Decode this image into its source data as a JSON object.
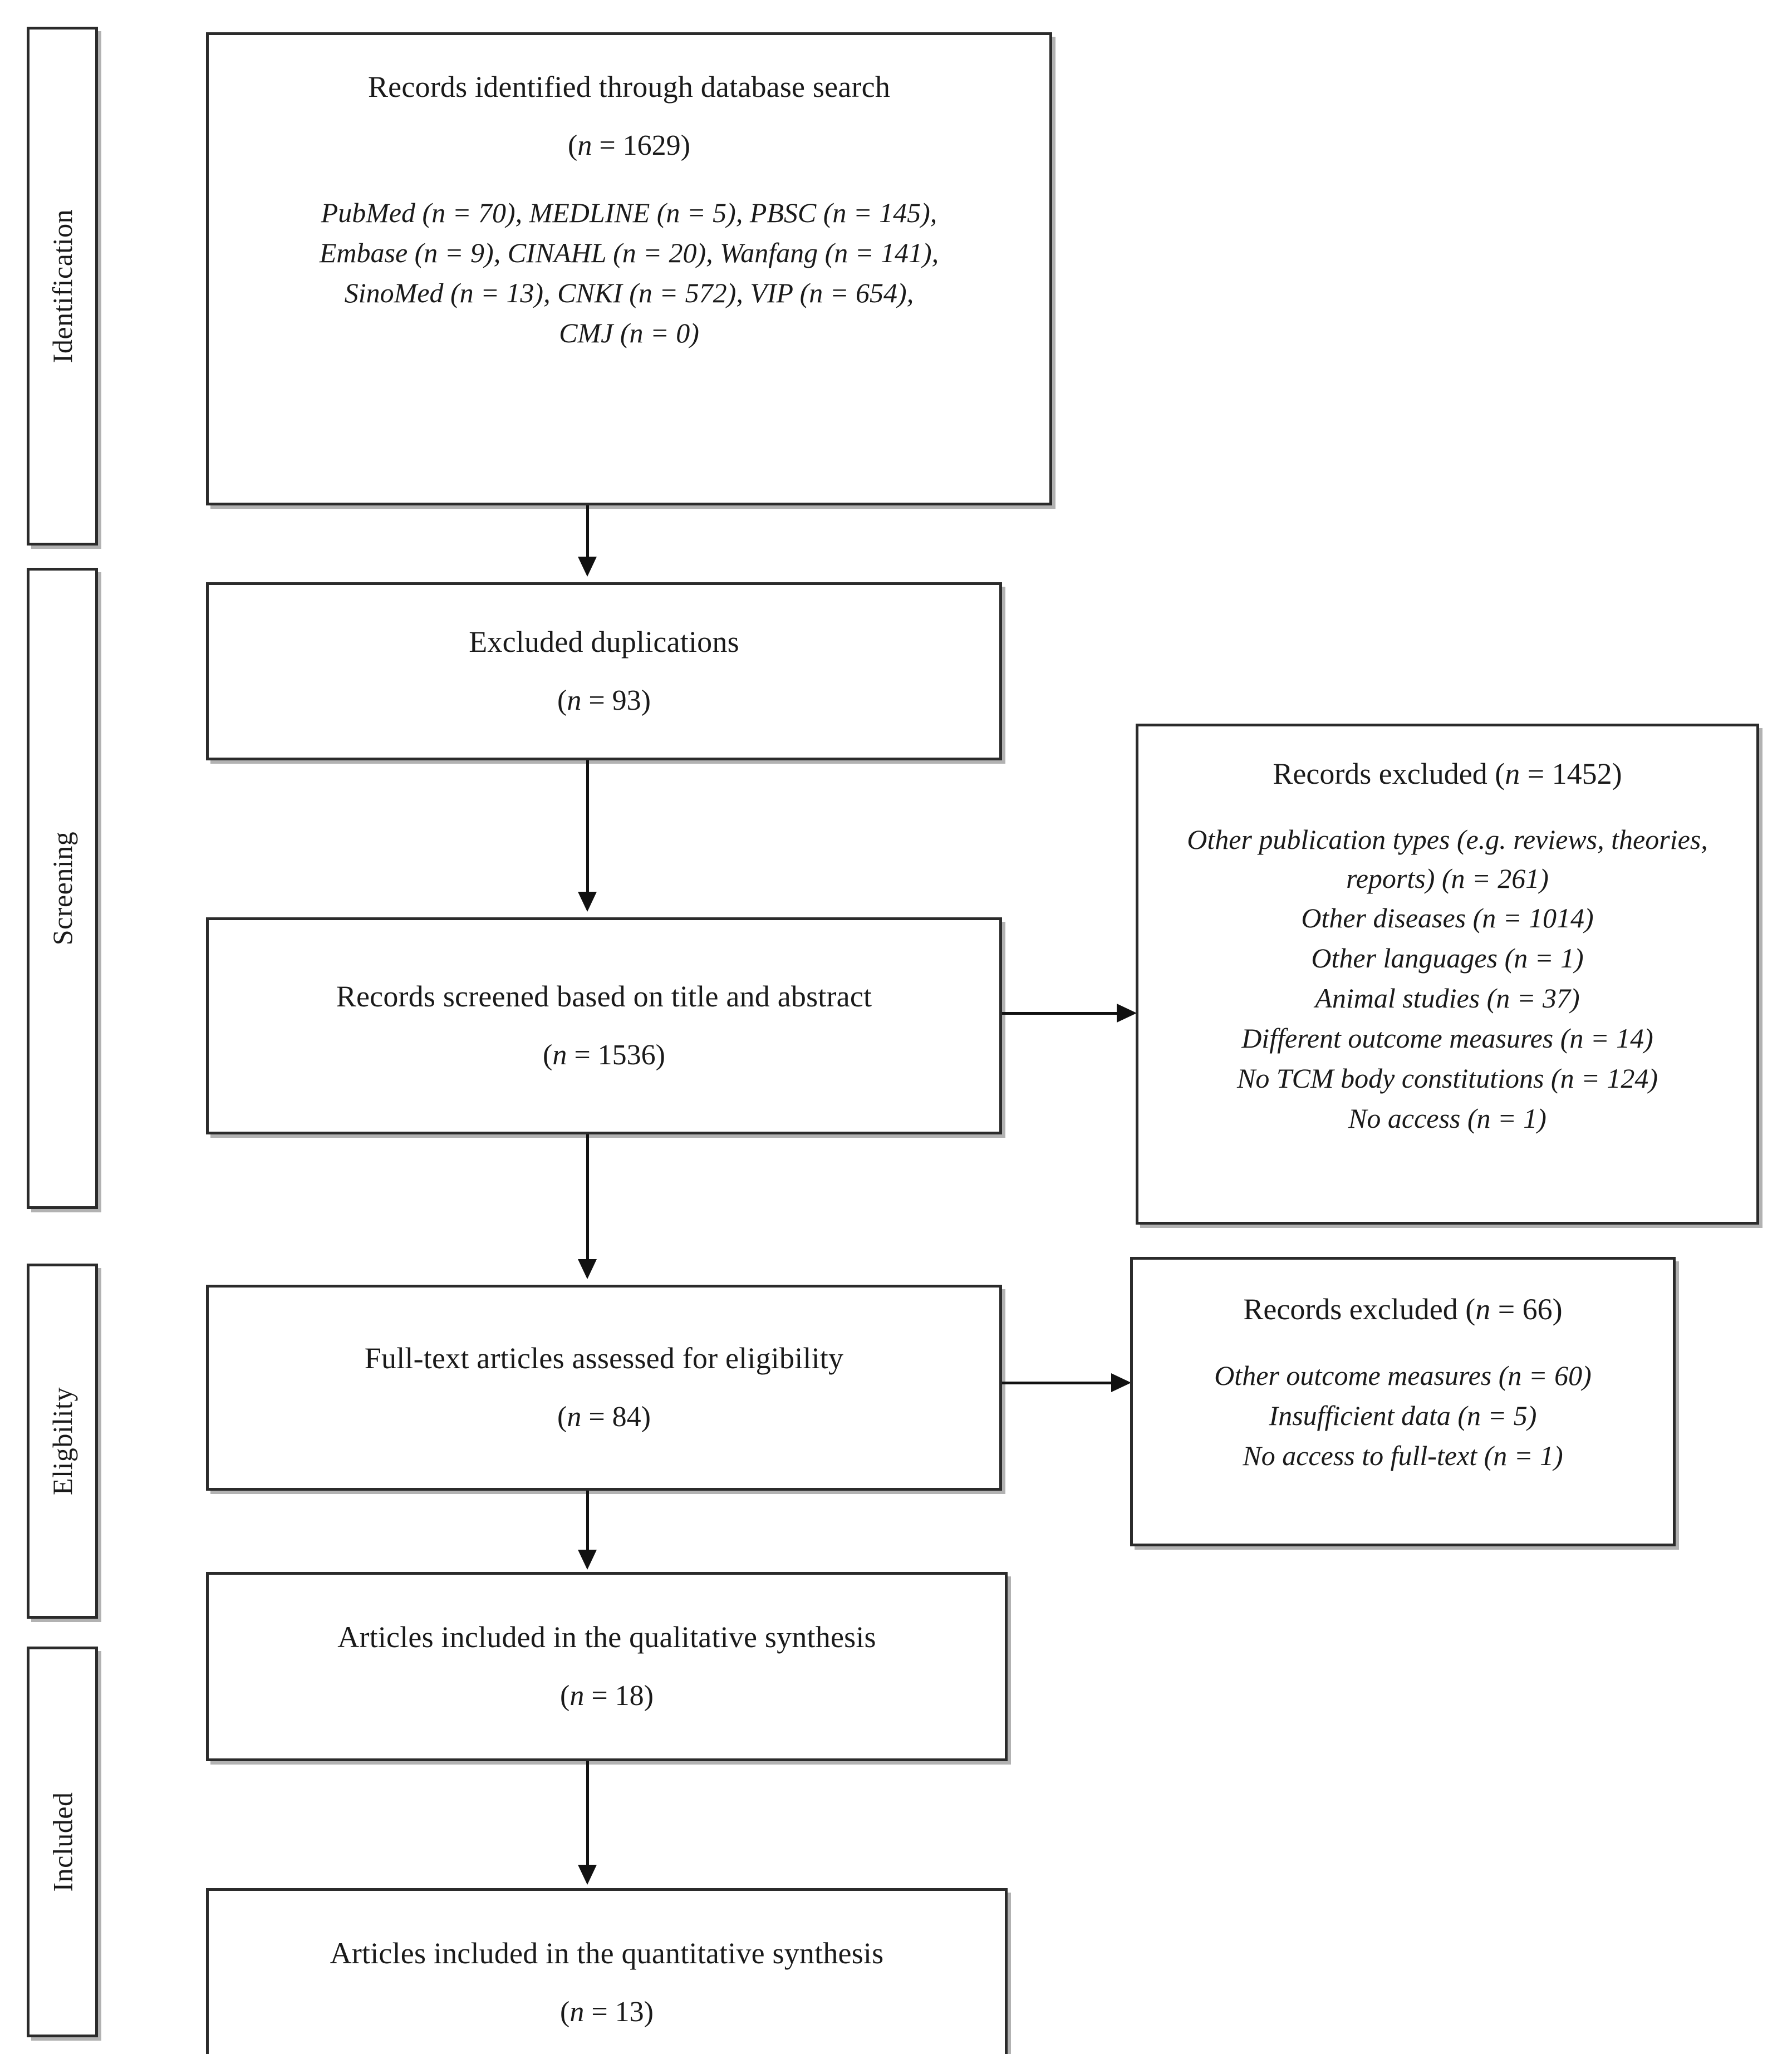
{
  "diagram": {
    "type": "prisma-flow-diagram",
    "stages": [
      {
        "id": "identification",
        "label": "Identification"
      },
      {
        "id": "screening",
        "label": "Screening"
      },
      {
        "id": "eligibility",
        "label": "Eligbility"
      },
      {
        "id": "included",
        "label": "Included"
      }
    ],
    "boxes": {
      "identified": {
        "title": "Records identified through database search",
        "count": "(n = 1629)",
        "sources": [
          "PubMed (n = 70), MEDLINE (n = 5), PBSC (n = 145),",
          "Embase (n = 9), CINAHL (n = 20), Wanfang (n = 141),",
          "SinoMed (n = 13), CNKI (n = 572), VIP (n = 654),",
          "CMJ (n = 0)"
        ]
      },
      "duplicates": {
        "title": "Excluded duplications",
        "count": "(n = 93)"
      },
      "screened": {
        "title": "Records screened based on title and abstract",
        "count": "(n = 1536)"
      },
      "fulltext": {
        "title": "Full-text articles assessed for eligibility",
        "count": "(n = 84)"
      },
      "qualitative": {
        "title": "Articles included in the qualitative synthesis",
        "count": "(n = 18)"
      },
      "quantitative": {
        "title": "Articles included in the quantitative synthesis",
        "count": "(n = 13)"
      },
      "excluded_screening": {
        "title": "Records excluded (n = 1452)",
        "reasons": [
          "Other publication types (e.g. reviews, theories, reports) (n = 261)",
          "Other diseases (n = 1014)",
          "Other languages (n = 1)",
          "Animal studies (n = 37)",
          "Different outcome measures (n = 14)",
          "No TCM body constitutions (n = 124)",
          "No access (n = 1)"
        ]
      },
      "excluded_eligibility": {
        "title": "Records excluded (n = 66)",
        "reasons": [
          "Other outcome measures (n = 60)",
          "Insufficient data (n = 5)",
          "No access to full-text (n = 1)"
        ]
      }
    },
    "colors": {
      "border": "#2b2b2b",
      "connector": "#111111",
      "background": "#ffffff",
      "text": "#1a1a1a"
    }
  }
}
